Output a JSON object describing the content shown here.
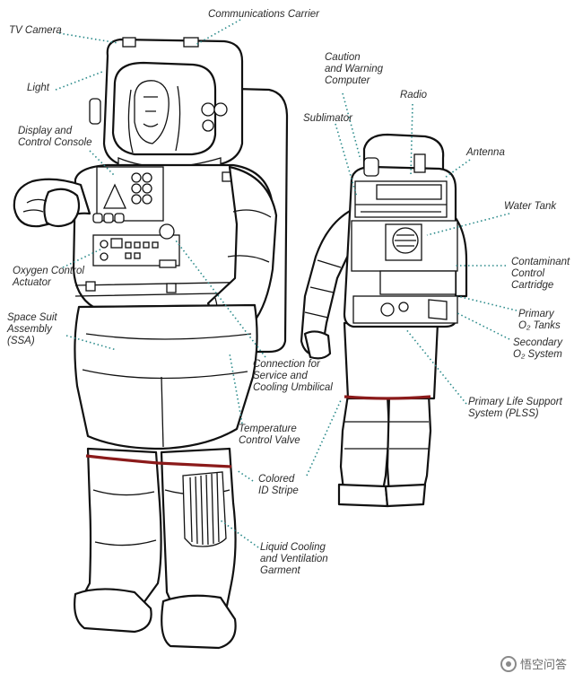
{
  "labels": {
    "tv_camera": "TV Camera",
    "communications_carrier": "Communications Carrier",
    "light": "Light",
    "display_control_console": "Display and\nControl Console",
    "oxygen_control_actuator": "Oxygen Control\nActuator",
    "space_suit_assembly": "Space Suit\nAssembly\n(SSA)",
    "caution_warning_computer": "Caution\nand Warning\nComputer",
    "radio": "Radio",
    "sublimator": "Sublimator",
    "antenna": "Antenna",
    "water_tank": "Water Tank",
    "contaminant_control_cartridge": "Contaminant\nControl\nCartridge",
    "primary_o2_tanks": "Primary\nO₂ Tanks",
    "secondary_o2_system": "Secondary\nO₂ System",
    "connection_service_cooling": "Connection for\nService and\nCooling Umbilical",
    "primary_life_support": "Primary Life Support\nSystem (PLSS)",
    "temperature_control_valve": "Temperature\nControl Valve",
    "colored_id_stripe": "Colored\nID Stripe",
    "liquid_cooling_garment": "Liquid Cooling\nand Ventilation\nGarment"
  },
  "watermark": {
    "text": "悟空问答",
    "icon": "wukong-logo-icon"
  },
  "colors": {
    "outline": "#111111",
    "leader": "#2a8a8a",
    "id_stripe": "#8b1a1a",
    "text": "#2b2b2b"
  }
}
